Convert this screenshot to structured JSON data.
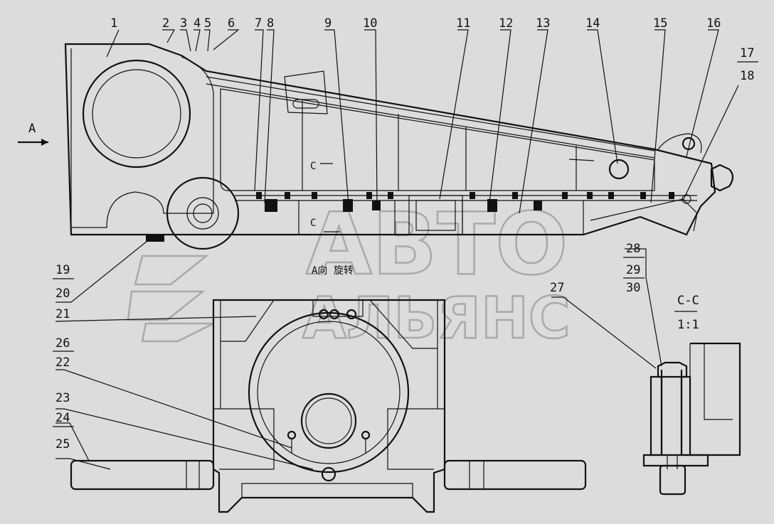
{
  "callouts": [
    "1",
    "2",
    "3",
    "4",
    "5",
    "6",
    "7",
    "8",
    "9",
    "10",
    "11",
    "12",
    "13",
    "14",
    "15",
    "16",
    "17",
    "18",
    "19",
    "20",
    "21",
    "22",
    "23",
    "24",
    "25",
    "26",
    "27",
    "28",
    "29",
    "30"
  ],
  "view_labels": {
    "arrow_a": "A",
    "section_c_top": "C",
    "section_c_bottom": "C",
    "view_a_rotated": "A向 旋转",
    "section_title": "C-C",
    "section_scale": "1:1"
  },
  "watermark": {
    "line1": "АВТО",
    "line2": "АЛЬЯНС"
  },
  "colors": {
    "background": "#dcdcdc",
    "ink": "#111111",
    "watermark": "#a9a9a9"
  }
}
